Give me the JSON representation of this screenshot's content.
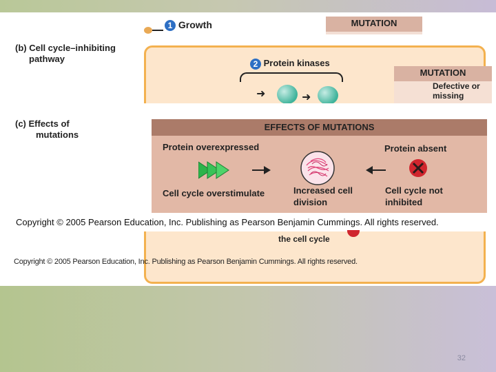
{
  "panel_a": {
    "step_number": "1",
    "step_label": "Growth",
    "mutation_label": "MUTATION"
  },
  "panel_b": {
    "caption_line1": "(b)  Cell cycle–inhibiting",
    "caption_line2": "pathway",
    "step_number": "2",
    "step_label": "Protein kinases",
    "mutation_label": "MUTATION",
    "mutation_detail_line1": "Defective or",
    "mutation_detail_line2": "missing",
    "cell_cycle_text": "the cell cycle",
    "copyright": "Copyright © 2005 Pearson Education, Inc. Publishing as Pearson Benjamin Cummings. All rights reserved."
  },
  "panel_c": {
    "caption_line1": "(c)  Effects of",
    "caption_line2": "mutations",
    "header": "EFFECTS OF MUTATIONS",
    "overexpressed_label": "Protein overexpressed",
    "absent_label": "Protein absent",
    "overstimulate_label": "Cell cycle overstimulate",
    "increased_line1": "Increased cell",
    "increased_line2": "division",
    "not_inhibited_line1": "Cell cycle not",
    "not_inhibited_line2": "inhibited",
    "copyright": "Copyright ©  2005 Pearson Education, Inc. Publishing as Pearson Benjamin Cummings. All rights reserved."
  },
  "colors": {
    "panel_b_fill": "#fde6cc",
    "panel_b_border": "#f3b14f",
    "effects_box": "#e2b8a6",
    "effects_header": "#ab7b69",
    "kinase_green": "#3fb39b",
    "arrow_green": "#2db34a",
    "x_red": "#d0262e",
    "step_blue": "#2d6fc4"
  },
  "icons": {
    "overexpressed": "green-triangles-icon",
    "dividing_cell": "dividing-cell-icon",
    "absent": "red-x-icon"
  },
  "slide": {
    "page_number": "32"
  }
}
